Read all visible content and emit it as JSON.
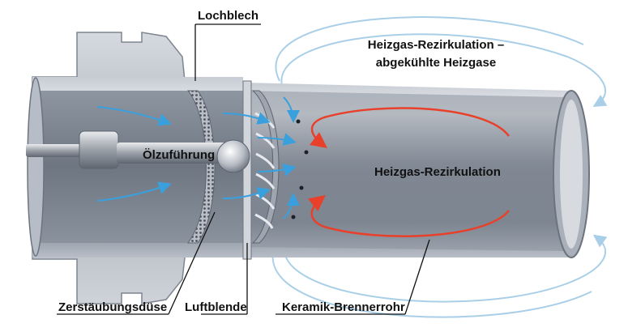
{
  "labels": {
    "perforated_plate": "Lochblech",
    "flue_gas_recirc_outer_line1": "Heizgas-Rezirkulation –",
    "flue_gas_recirc_outer_line2": "abgekühlte Heizgase",
    "oil_supply": "Ölzuführung",
    "flue_gas_recirc_inner": "Heizgas-Rezirkulation",
    "atomizing_nozzle": "Zerstäubungsdüse",
    "air_diaphragm": "Luftblende",
    "ceramic_burner_tube": "Keramik-Brennerrohr"
  },
  "colors": {
    "metal_light": "#c9ced6",
    "metal_mid": "#9aa1ab",
    "metal_dark": "#5d6470",
    "tube_inner": "#7d8591",
    "air_flow_arrows": "#3aa0dd",
    "hot_gas_arrows": "#e8402a",
    "cooled_gas_arrows": "#a9cfe8"
  }
}
